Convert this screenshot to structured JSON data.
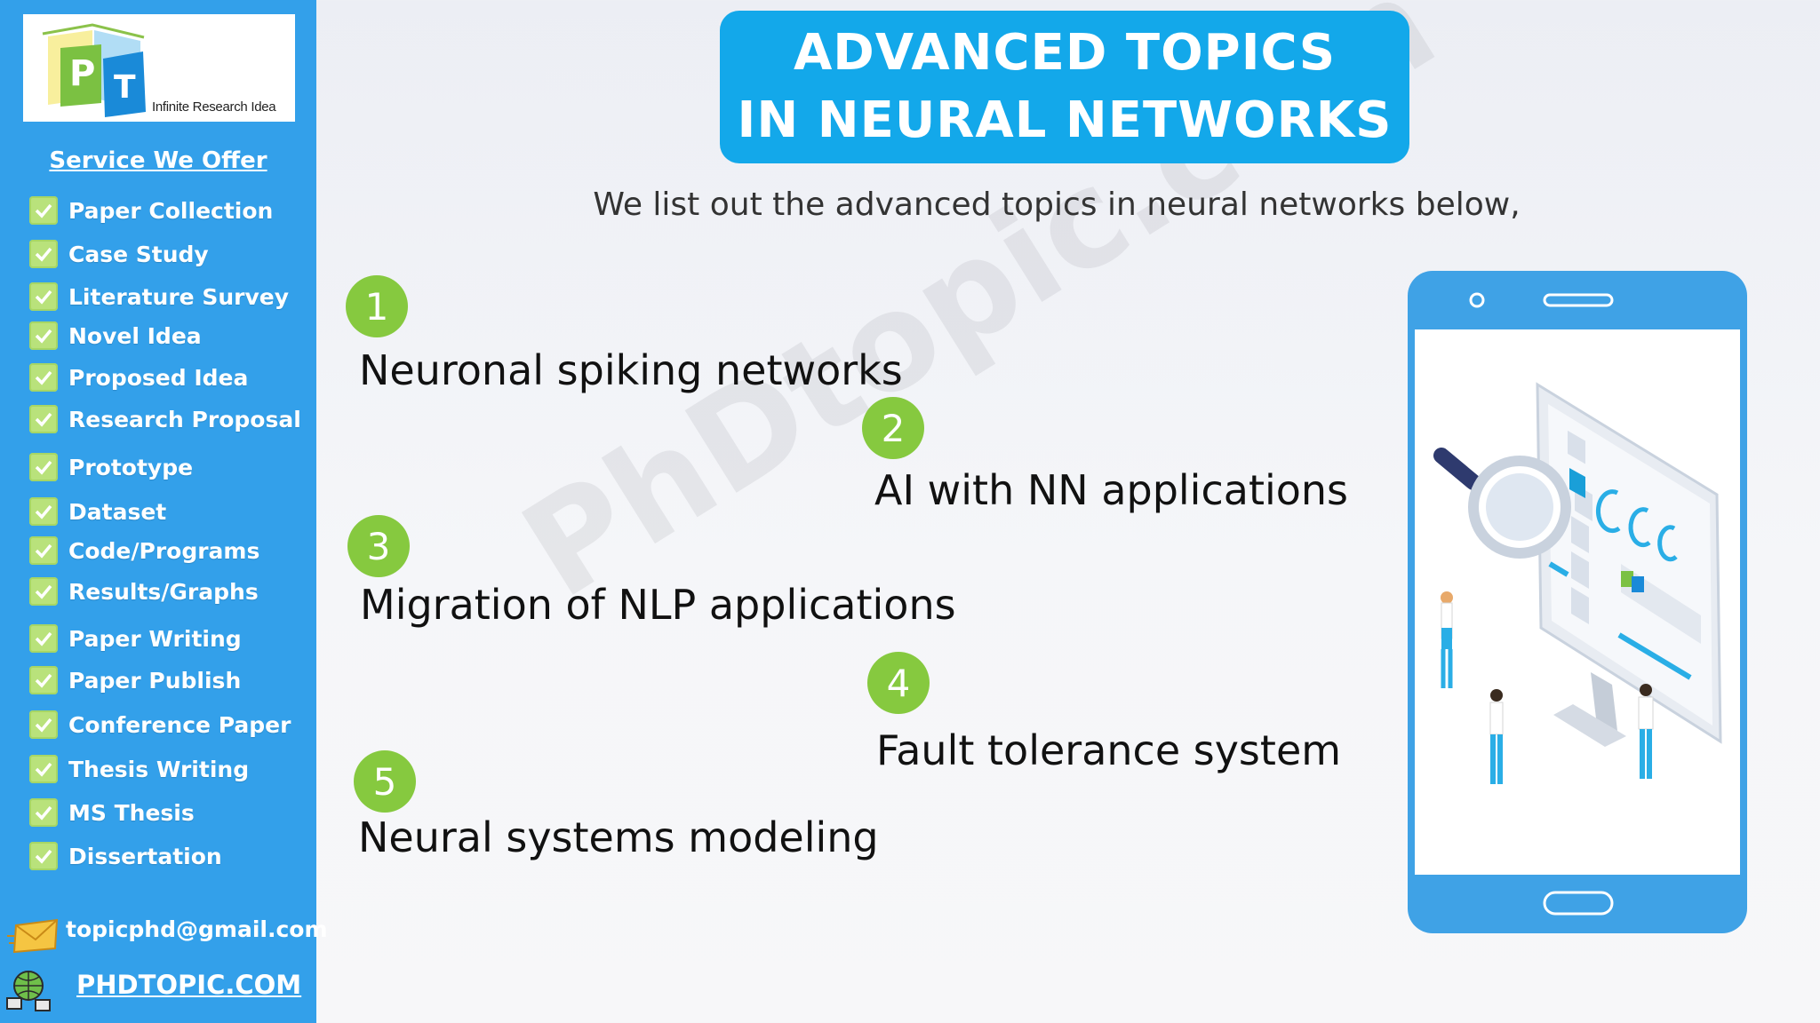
{
  "sidebar": {
    "logo": {
      "letters": [
        "P",
        "T"
      ],
      "tagline": "Infinite Research Idea"
    },
    "heading": "Service We Offer",
    "items": [
      {
        "label": "Paper Collection"
      },
      {
        "label": "Case Study"
      },
      {
        "label": "Literature Survey"
      },
      {
        "label": "Novel Idea"
      },
      {
        "label": "Proposed Idea"
      },
      {
        "label": "Research Proposal"
      },
      {
        "label": "Prototype"
      },
      {
        "label": "Dataset"
      },
      {
        "label": "Code/Programs"
      },
      {
        "label": "Results/Graphs"
      },
      {
        "label": "Paper Writing"
      },
      {
        "label": "Paper Publish"
      },
      {
        "label": "Conference Paper"
      },
      {
        "label": "Thesis Writing"
      },
      {
        "label": "MS Thesis"
      },
      {
        "label": "Dissertation"
      }
    ],
    "email": "topicphd@gmail.com",
    "website": "PHDTOPIC.COM"
  },
  "main": {
    "title_line1": "ADVANCED TOPICS",
    "title_line2": "IN NEURAL NETWORKS",
    "subtitle": "We list out the advanced topics in neural networks below,",
    "topics": [
      {
        "number": "1",
        "text": "Neuronal spiking networks"
      },
      {
        "number": "2",
        "text": "AI with NN applications"
      },
      {
        "number": "3",
        "text": "Migration of NLP applications"
      },
      {
        "number": "4",
        "text": "Fault tolerance system"
      },
      {
        "number": "5",
        "text": "Neural systems modeling"
      }
    ],
    "watermark": "PhDtopic.com"
  },
  "colors": {
    "sidebar": "#33a0ea",
    "title_box": "#13a8ea",
    "number_circle": "#86c93f",
    "check": "#b9e27b"
  },
  "icons": [
    "check-icon",
    "envelope-icon",
    "globe-network-icon",
    "magnifier-icon"
  ]
}
